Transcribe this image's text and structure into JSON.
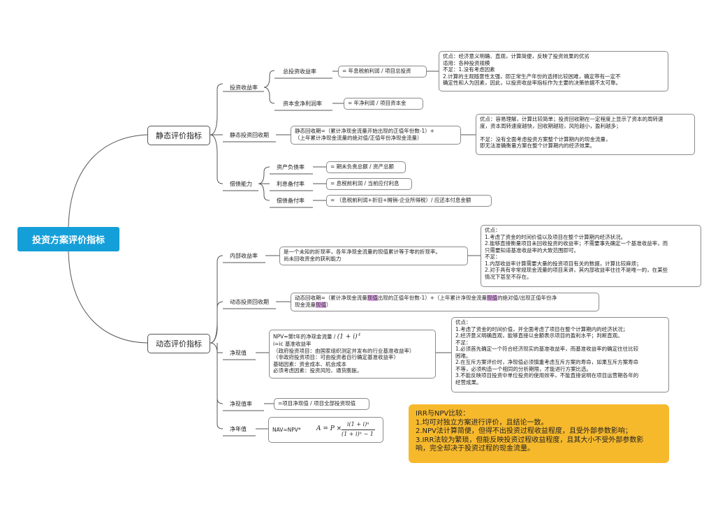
{
  "root": {
    "label": "投资方案评价指标"
  },
  "static": {
    "label": "静态评价指标",
    "roi": {
      "label": "投资收益率",
      "total": {
        "label": "总投资收益率",
        "formula": "=  年息税前利润 / 项目总投资"
      },
      "capital": {
        "label": "资本金净利润率",
        "formula": "= 年净利润 / 项目资本金"
      },
      "note": [
        "优点：经济意义明确、直观，计算简便，反映了投资效果的优劣",
        "适用：各种投资规模",
        "不足：1.没有考虑因素",
        "          2.计算的主观随意性太强，即正常生产年份的选择比较困难，确定带有一定不",
        "确定性和人为因素，因此，以投资收益率指标作为主要的决策依据不太可靠。"
      ]
    },
    "payback": {
      "label": "静态投资回收期",
      "formula": [
        "静态回收期=（累计净现金流量开始出现的正值年份数-1）+",
        "（上年累计净现金流量的绝对值/正值年份净现金流量）"
      ],
      "note": [
        "优点：容易理解，计算比较简单；投资回收期在一定程度上显示了资本的周转速",
        "度，资本周转速度越快，回收期越短，风险越小，盈利越多；",
        "",
        "不足：没有全面考虑投资方案整个计算期内的现金流量，",
        "即无法准确衡量方案在整个计算期内的经济效果。"
      ]
    },
    "solvency": {
      "label": "偿债能力",
      "items": [
        {
          "label": "资产负债率",
          "formula": "= 期末负责总额 / 资产总额"
        },
        {
          "label": "利息备付率",
          "formula": "= 息税前利润 / 当前应付利息"
        },
        {
          "label": "偿债备付率",
          "formula": "=  （息税前利润+折旧+摊销-企业所得税）/ 应还本付息金额"
        }
      ]
    }
  },
  "dynamic": {
    "label": "动态评价指标",
    "irr": {
      "label": "内部收益率",
      "def": [
        "是一个未知的折现率，各年净现金流量的现值累计等于零的折现率。",
        "尚未回收资金的获利能力"
      ],
      "note": [
        "优点：",
        "1.考虑了资金的时间价值以及项目在整个计算期内经济状况。",
        "2.能够直接衡量项目未回收投资的收益率；不需要事先确定一个基准收益率，而",
        "只需要知道基准收益率的大致范围即可。",
        "不足：",
        "1.内部收益率计算需要大量的投资项目有关的数据，计算比较麻烦；",
        "2.对于具有非常规现金流量的项目来讲，其内部收益率往往不是唯一的，在某些",
        "情况下甚至不存在。"
      ]
    },
    "payback": {
      "label": "动态投资回收期",
      "line1": [
        "动态回收期=（累计净现金流量",
        "现值",
        "出现的正值年份数-1）+（上年累计净现金流量",
        "现值",
        "的绝对值/出现正值年份净"
      ],
      "line2": [
        "现金流量",
        "现值",
        "）"
      ]
    },
    "npv": {
      "label": "净现值",
      "formula_text": "NPV=第t年的净现金流量 /",
      "formula_math": "(1 + i)",
      "formula_exp": "-t",
      "lines": [
        "i=ic 基准收益率",
        "（政府投资项目：由国家组织测定并发布的行业基准收益率）",
        "（非政府投资项目：可由投资者自行确定基准收益率）",
        "基础因素：资金成本、机会成本",
        "必须考虑因素：投资风险、通货膨胀。"
      ],
      "note": [
        "优点：",
        "1.考虑了资金的时间价值，并全面考虑了项目在整个计算期内的经济状况；",
        "2.经济意义明确直观，能够直接以金额表示项目的盈利水平；判断直观。",
        "不足：",
        "1.必须首先确定一个符合经济现实的基准收益率，而基准收益率的确定往往比较",
        "困难。",
        "2.在互斥方案评价时，净现值必须慎重考虑互斥方案的寿命，如果互斥方案寿命",
        "不等，必须构造一个相同的分析期限，才能进行方案比选。",
        "3.不能反映项目投资中单位投资的使用效率，不能直接说明在项目运营期各年的",
        "经营成果。"
      ]
    },
    "npvr": {
      "label": "净现值率",
      "formula": "=项目净现值 / 项目全部投资现值"
    },
    "nav": {
      "label": "净年值",
      "formula": "NAV=NPV*",
      "math_lhs": "A = P ×",
      "math_num": "i(1 + i)ⁿ",
      "math_den": "(1 + i)ⁿ − 1"
    }
  },
  "comparison": [
    "IRR与NPV比较：",
    "1.均可对独立方案进行评价，且结论一致。",
    "2.NPV法计算简便，但得不出投资过程收益程度，且受外部参数影响；",
    "3.IRR法较为繁琐，但能反映投资过程收益程度，且其大小不受外部参数影",
    "响，完全却决于投资过程的现金流量。"
  ]
}
